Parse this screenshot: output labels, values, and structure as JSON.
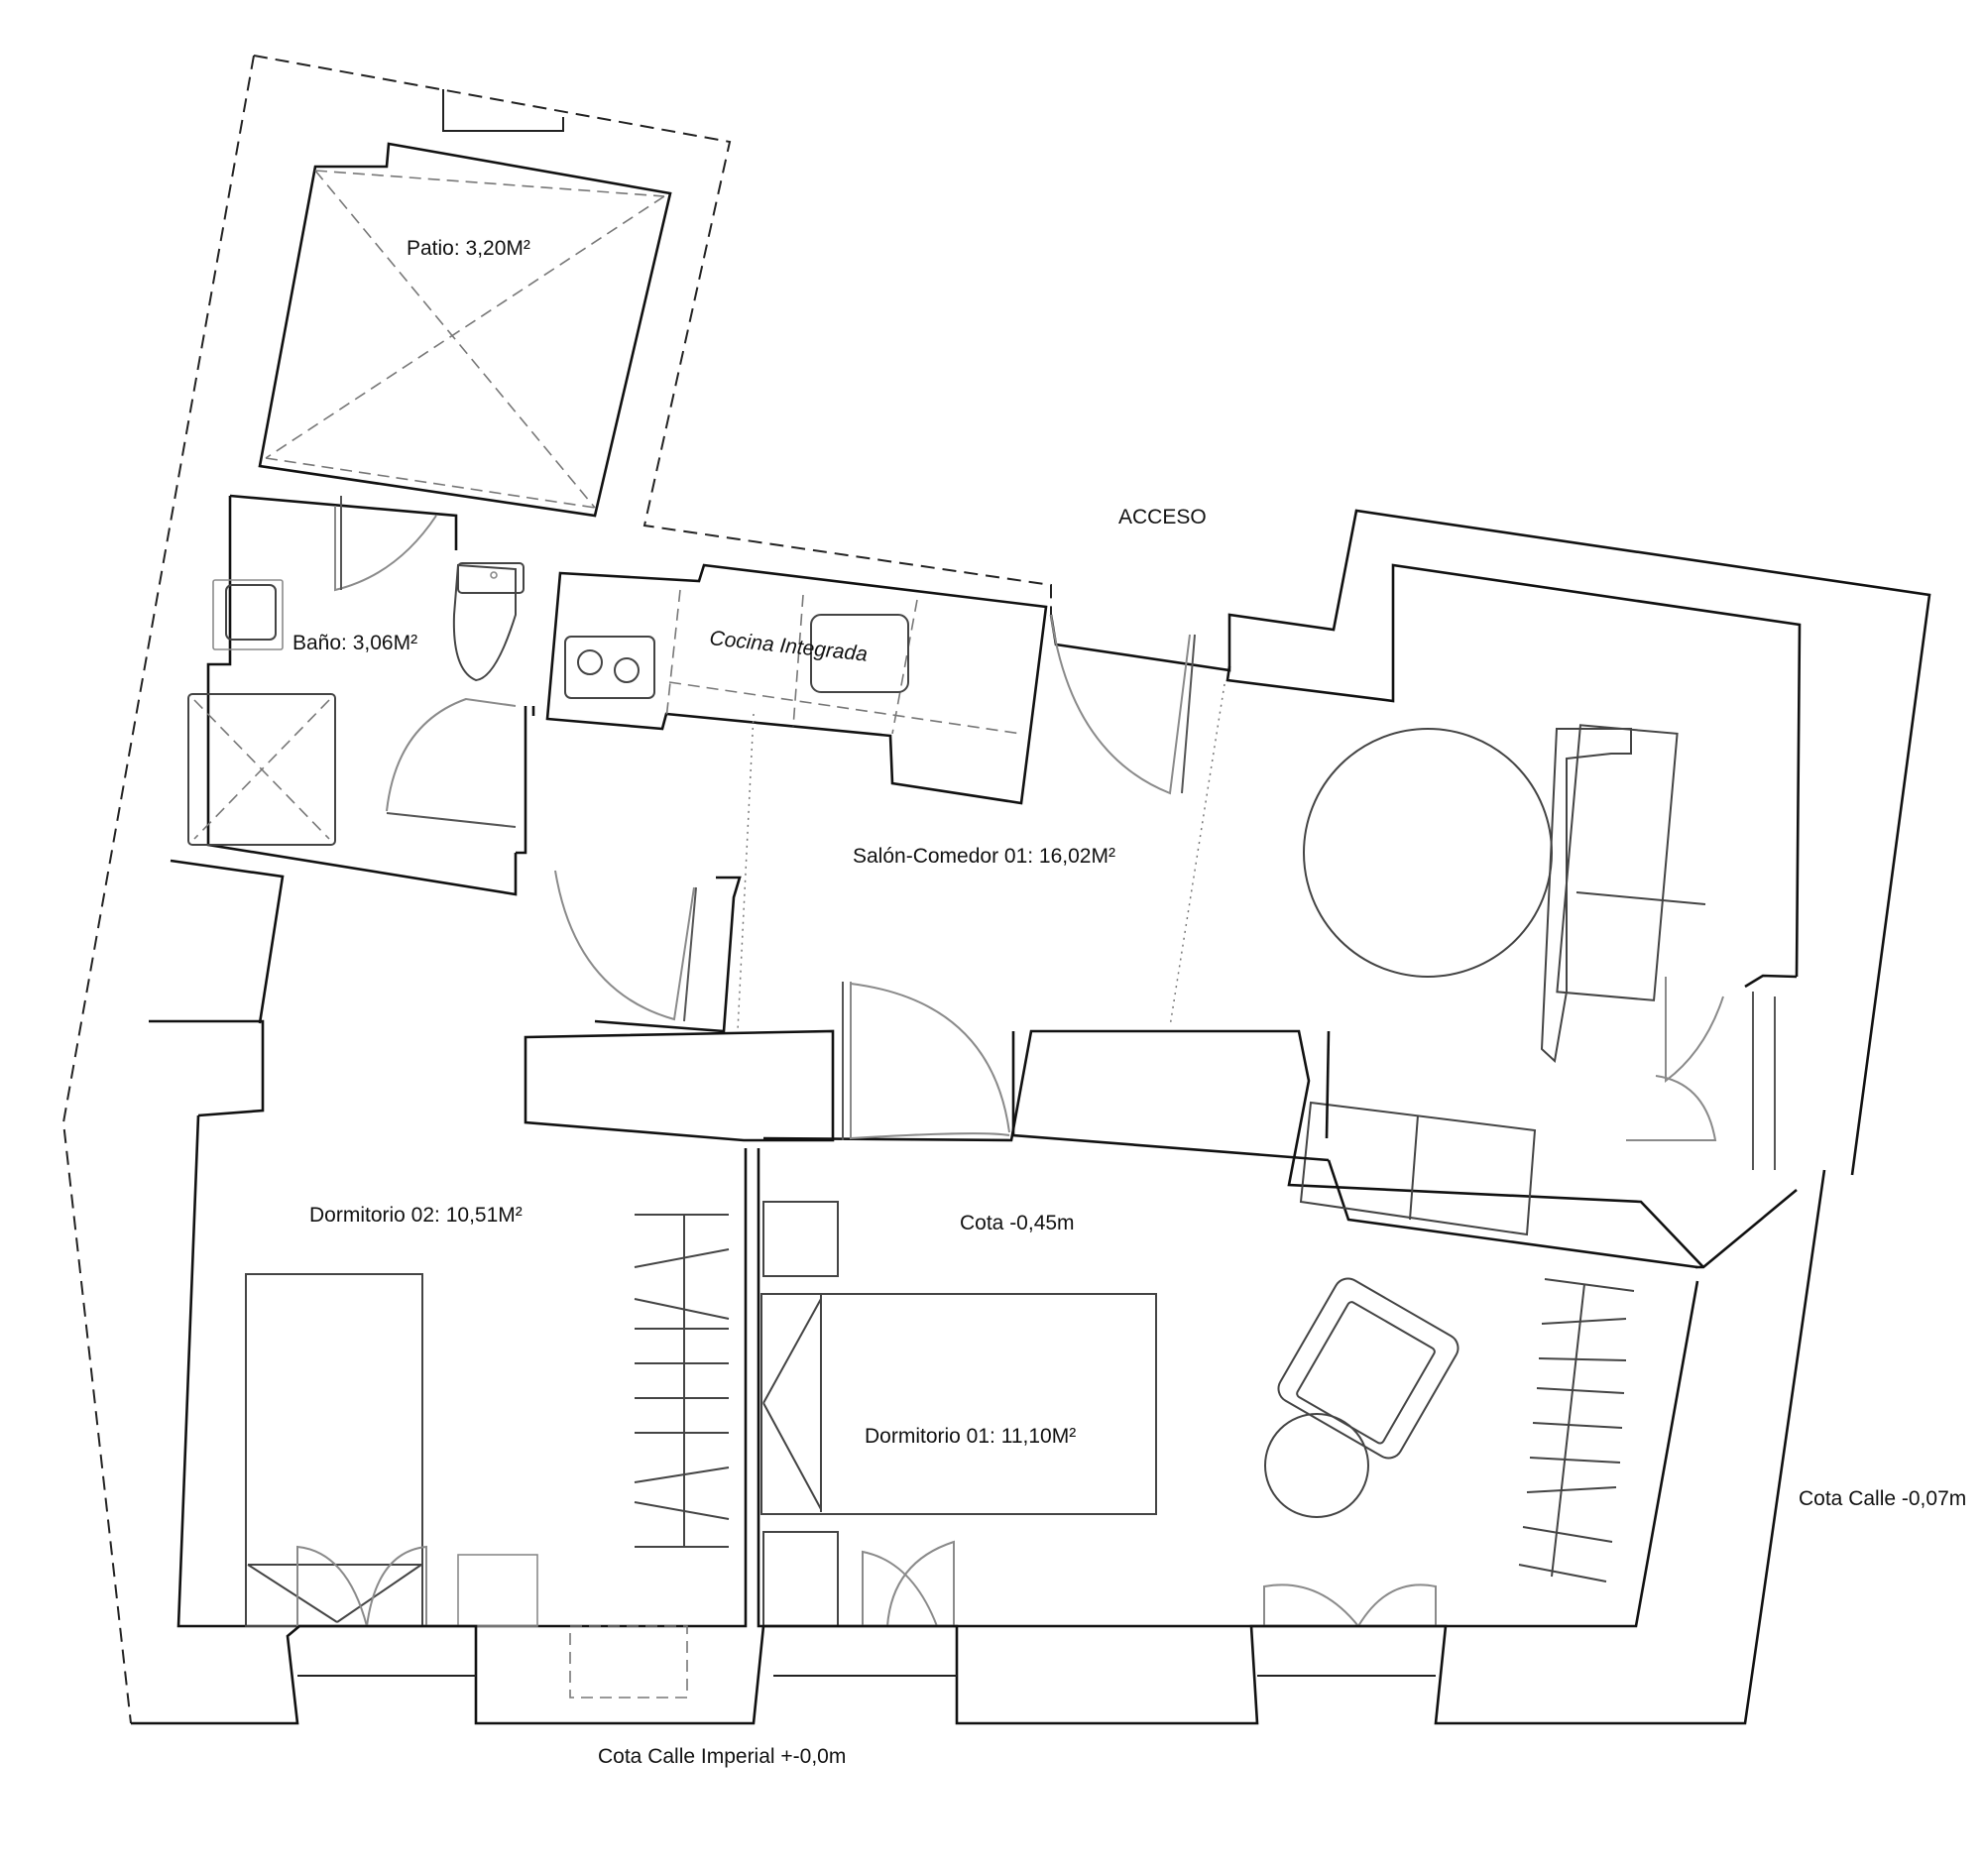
{
  "rooms": {
    "patio": "Patio: 3,20M²",
    "bano": "Baño: 3,06M²",
    "cocina": "Cocina Integrada",
    "salon": "Salón-Comedor 01: 16,02M²",
    "dormitorio_02": "Dormitorio 02: 10,51M²",
    "dormitorio_01": "Dormitorio 01: 11,10M²"
  },
  "annotations": {
    "acceso": "ACCESO",
    "cota_interior": "Cota -0,45m",
    "cota_calle": "Cota Calle -0,07m",
    "cota_calle_imperial": "Cota Calle Imperial +-0,0m"
  }
}
